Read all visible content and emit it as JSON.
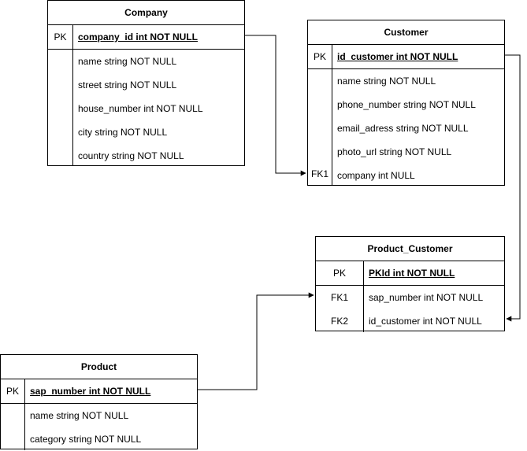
{
  "entities": {
    "company": {
      "title": "Company",
      "pk": {
        "key": "PK",
        "field": "company_id int NOT NULL"
      },
      "fields": [
        {
          "key": "",
          "field": "name string NOT NULL"
        },
        {
          "key": "",
          "field": "street string NOT NULL"
        },
        {
          "key": "",
          "field": "house_number int NOT NULL"
        },
        {
          "key": "",
          "field": "city string NOT NULL"
        },
        {
          "key": "",
          "field": "country string NOT NULL"
        }
      ]
    },
    "customer": {
      "title": "Customer",
      "pk": {
        "key": "PK",
        "field": "id_customer int NOT NULL"
      },
      "fields": [
        {
          "key": "",
          "field": "name string NOT NULL"
        },
        {
          "key": "",
          "field": "phone_number string NOT NULL"
        },
        {
          "key": "",
          "field": "email_adress string NOT NULL"
        },
        {
          "key": "",
          "field": "photo_url string NOT NULL"
        },
        {
          "key": "FK1",
          "field": "company int NULL"
        }
      ]
    },
    "product_customer": {
      "title": "Product_Customer",
      "pk": {
        "key": "PK",
        "field": "PKId int NOT NULL"
      },
      "fields": [
        {
          "key": "FK1",
          "field": "sap_number int NOT NULL"
        },
        {
          "key": "FK2",
          "field": "id_customer int NOT NULL"
        }
      ]
    },
    "product": {
      "title": "Product",
      "pk": {
        "key": "PK",
        "field": "sap_number int NOT NULL"
      },
      "fields": [
        {
          "key": "",
          "field": "name string NOT NULL"
        },
        {
          "key": "",
          "field": "category string NOT NULL"
        }
      ]
    }
  },
  "colors": {
    "stroke": "#000000",
    "background": "#ffffff"
  }
}
